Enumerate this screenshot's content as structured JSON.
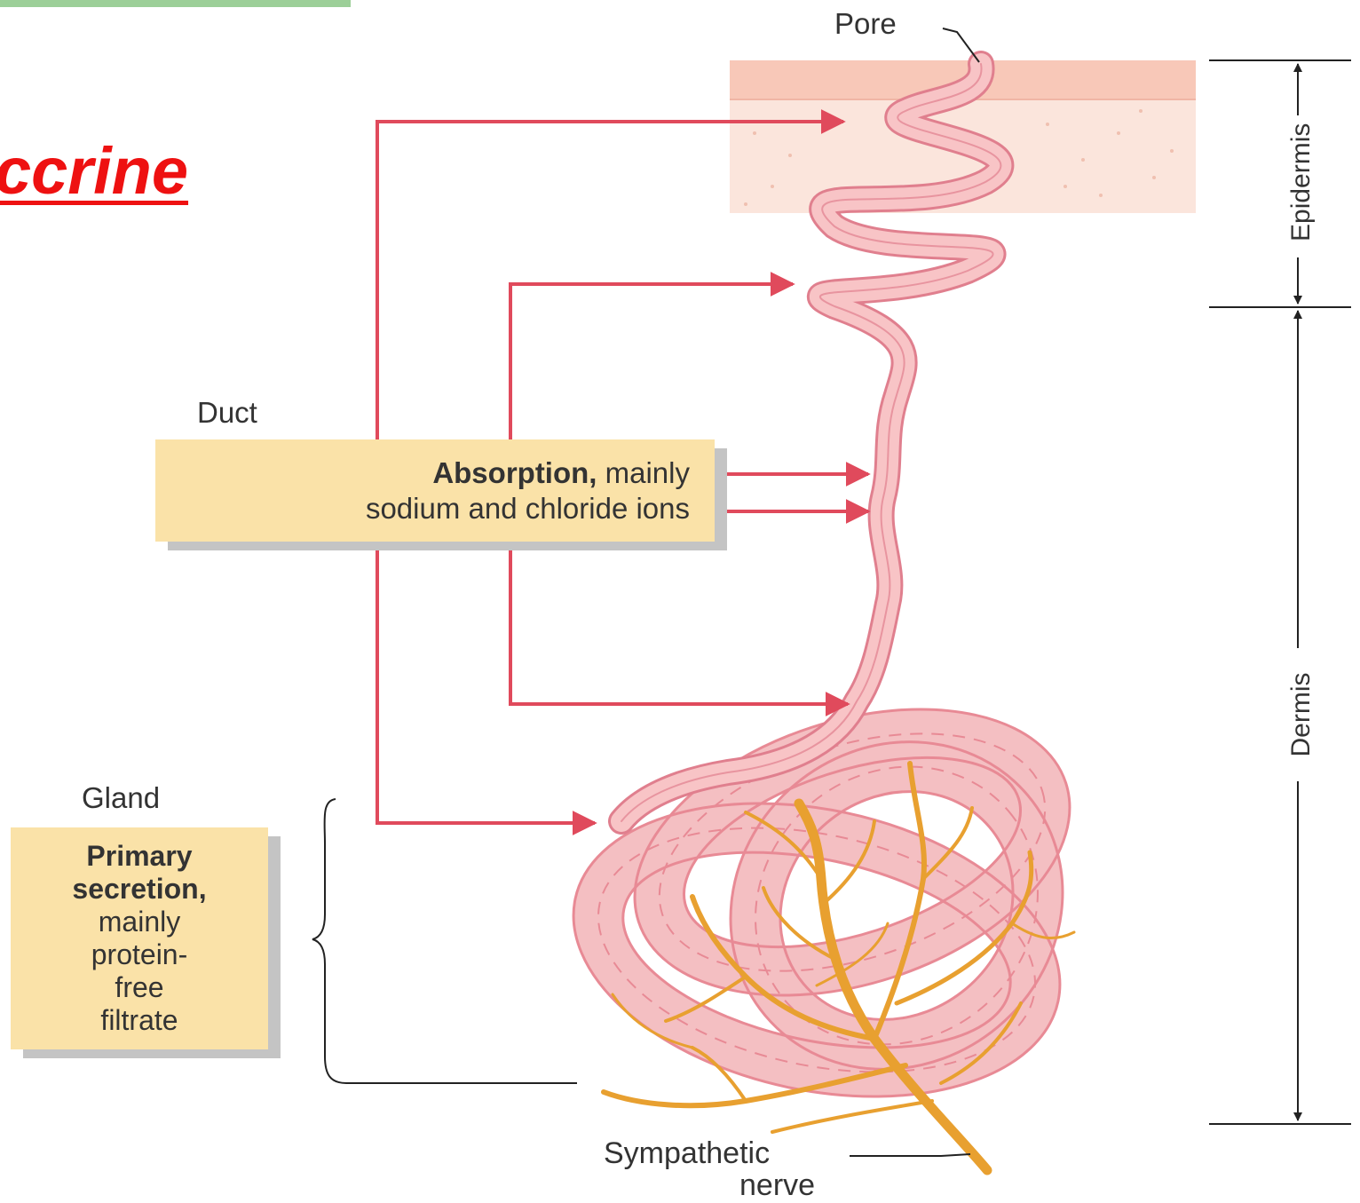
{
  "title": "ccrine",
  "labels": {
    "pore": "Pore",
    "duct": "Duct",
    "gland": "Gland",
    "epidermis": "Epidermis",
    "dermis": "Dermis",
    "sympathetic": "Sympathetic",
    "nerve": "nerve"
  },
  "duct_box": {
    "bold": "Absorption,",
    "rest": " mainly",
    "line2": "sodium and chloride ions"
  },
  "gland_box": {
    "bold1": "Primary",
    "bold2": "secretion,",
    "line3": "mainly",
    "line4": "protein-",
    "line5": "free",
    "line6": "filtrate"
  },
  "colors": {
    "title": "#ee1111",
    "arrow": "#e04a5c",
    "duct": "#f6b4b4",
    "nerve": "#e8a030",
    "box": "#fae2a8",
    "skin": "#f8d0c0"
  }
}
